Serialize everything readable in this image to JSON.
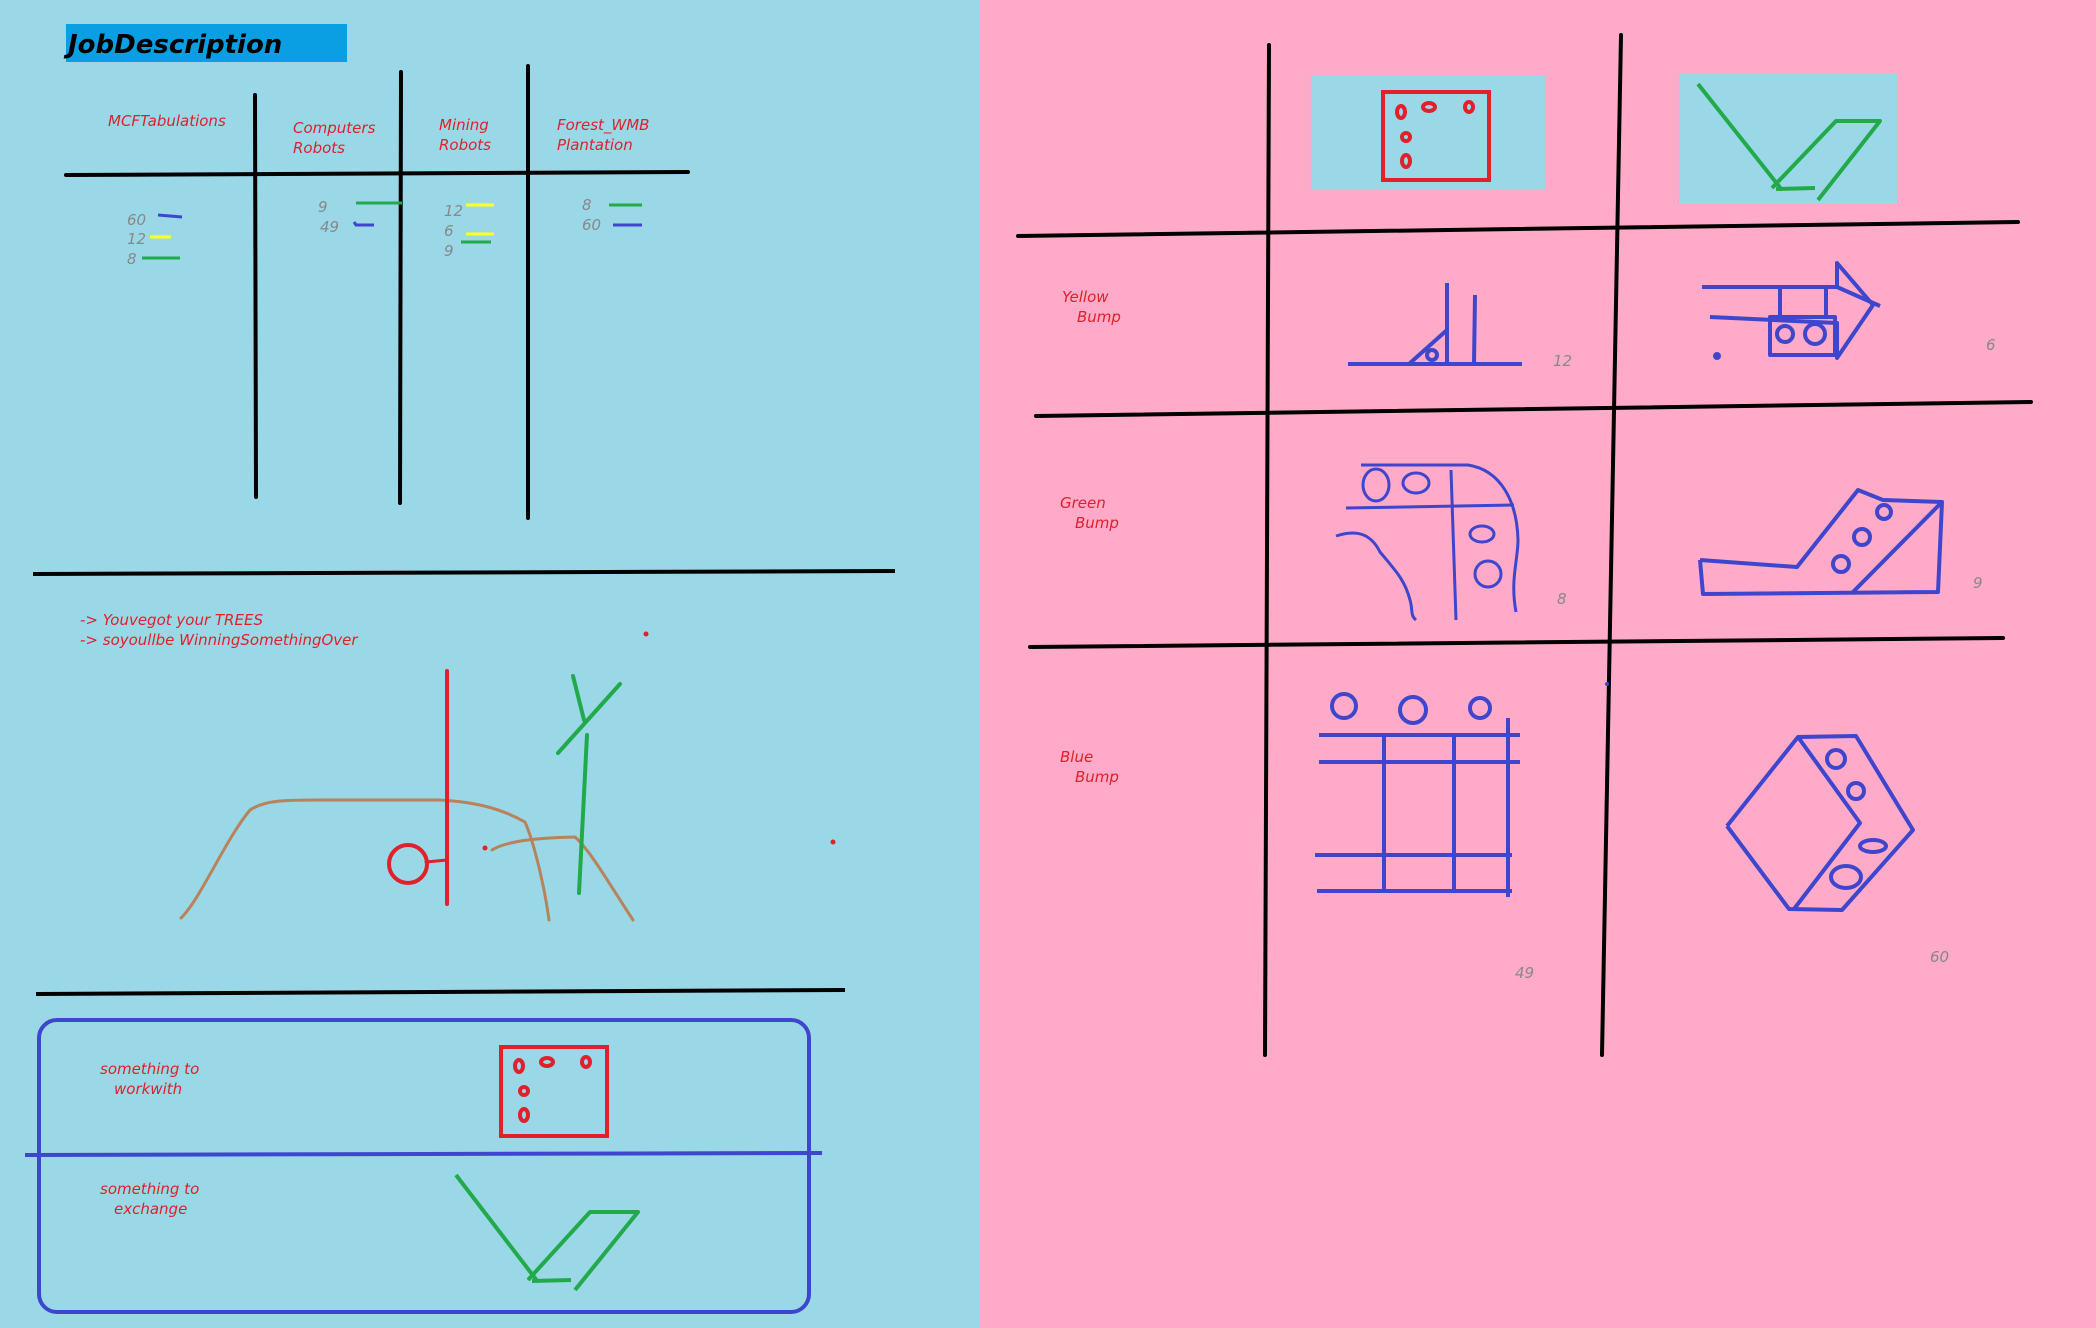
{
  "title": "JobDescription",
  "colors": {
    "left_bg": "#9ad8e8",
    "right_bg": "#ffaac8",
    "title_bg": "#0a9fe3",
    "ink": "#000000",
    "red": "#e0202a",
    "blue": "#3d46cc",
    "green": "#22aa4a",
    "yellow": "#ffff20",
    "brown": "#b8825a",
    "grey_text": "#888888"
  },
  "job_table": {
    "columns": [
      {
        "label_lines": [
          "MCFTabulations"
        ],
        "entries": [
          {
            "value": "60",
            "color": "blue"
          },
          {
            "value": "12",
            "color": "yellow"
          },
          {
            "value": "8",
            "color": "green"
          }
        ]
      },
      {
        "label_lines": [
          "Computers",
          "Robots"
        ],
        "entries": [
          {
            "value": "9",
            "color": "green"
          },
          {
            "value": "49",
            "color": "blue"
          }
        ]
      },
      {
        "label_lines": [
          "Mining",
          "Robots"
        ],
        "entries": [
          {
            "value": "12",
            "color": "yellow"
          },
          {
            "value": "6",
            "color": "yellow"
          },
          {
            "value": "9",
            "color": "green"
          }
        ]
      },
      {
        "label_lines": [
          "Forest_WMB",
          "Plantation"
        ],
        "entries": [
          {
            "value": "8",
            "color": "green"
          },
          {
            "value": "60",
            "color": "blue"
          }
        ]
      }
    ]
  },
  "notes": [
    "-> Youvegot your TREES",
    "-> soyoullbe WinningSomethingOver"
  ],
  "exchange_box": {
    "rows": [
      {
        "label_lines": [
          "something to",
          "workwith"
        ],
        "icon": "dice-card-icon"
      },
      {
        "label_lines": [
          "something to",
          "exchange"
        ],
        "icon": "green-check-icon"
      }
    ]
  },
  "bump_grid": {
    "header_icons": [
      "dice-card-icon",
      "green-check-icon"
    ],
    "rows": [
      {
        "label_lines": [
          "Yellow",
          "Bump"
        ],
        "values": [
          "12",
          "6"
        ]
      },
      {
        "label_lines": [
          "Green",
          "Bump"
        ],
        "values": [
          "8",
          "9"
        ]
      },
      {
        "label_lines": [
          "Blue",
          "Bump"
        ],
        "values": [
          "49",
          "60"
        ]
      }
    ]
  }
}
